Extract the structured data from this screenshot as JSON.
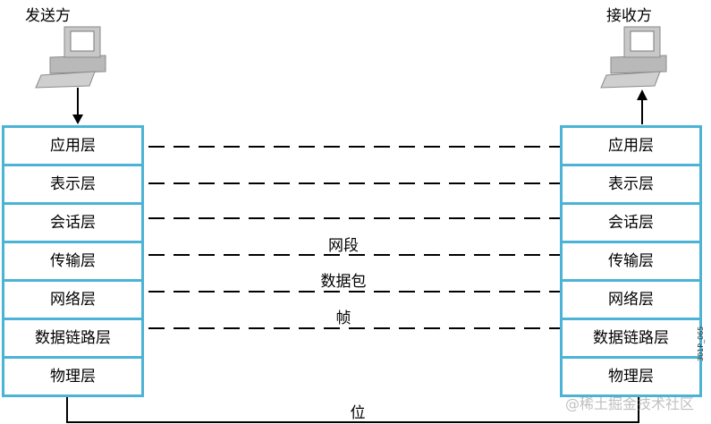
{
  "sender": {
    "title": "发送方",
    "icon": "computer-icon"
  },
  "receiver": {
    "title": "接收方",
    "icon": "computer-icon"
  },
  "layers": [
    "应用层",
    "表示层",
    "会话层",
    "传输层",
    "网络层",
    "数据链路层",
    "物理层"
  ],
  "protocol_units": {
    "segment": "网段",
    "packet": "数据包",
    "frame": "帧",
    "bit": "位"
  },
  "figure_code": "301P_065",
  "watermark": "@稀土掘金技术社区",
  "colors": {
    "layer_border": "#4bb3d6",
    "line": "#000000"
  }
}
